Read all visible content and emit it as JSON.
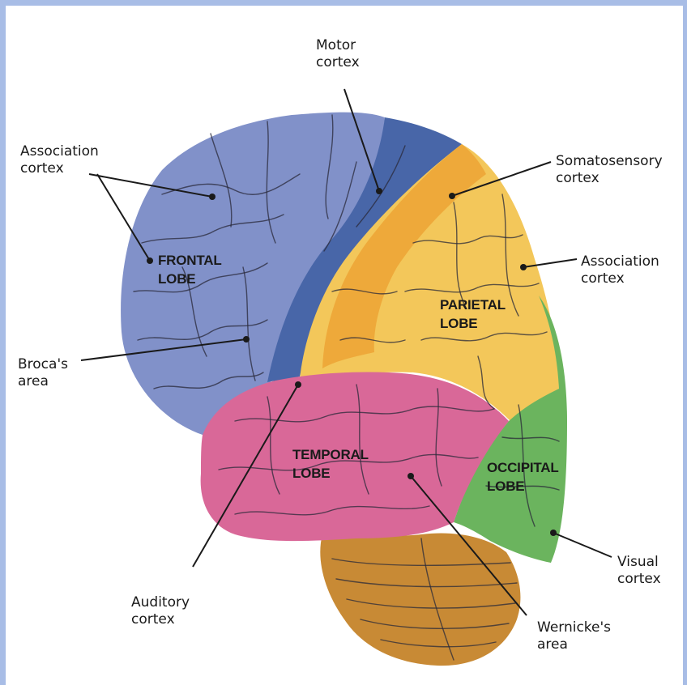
{
  "colors": {
    "frame": "#a8bde6",
    "frontal": "#8191c9",
    "motor": "#4866a8",
    "somatosensory": "#eea93a",
    "parietal": "#f3c75a",
    "temporal": "#d96898",
    "occipital": "#6bb45e",
    "cerebellum": "#c88a35"
  },
  "labels": {
    "motor_cortex": "Motor\ncortex",
    "association_cortex_left": "Association\ncortex",
    "somatosensory_cortex": "Somatosensory\ncortex",
    "association_cortex_right": "Association\ncortex",
    "brocas_area": "Broca's\narea",
    "auditory_cortex": "Auditory\ncortex",
    "visual_cortex": "Visual\ncortex",
    "wernickes_area": "Wernicke's\narea"
  },
  "lobes": {
    "frontal": "FRONTAL\nLOBE",
    "parietal": "PARIETAL\nLOBE",
    "temporal": "TEMPORAL\nLOBE",
    "occipital": "OCCIPITAL\nLOBE"
  }
}
